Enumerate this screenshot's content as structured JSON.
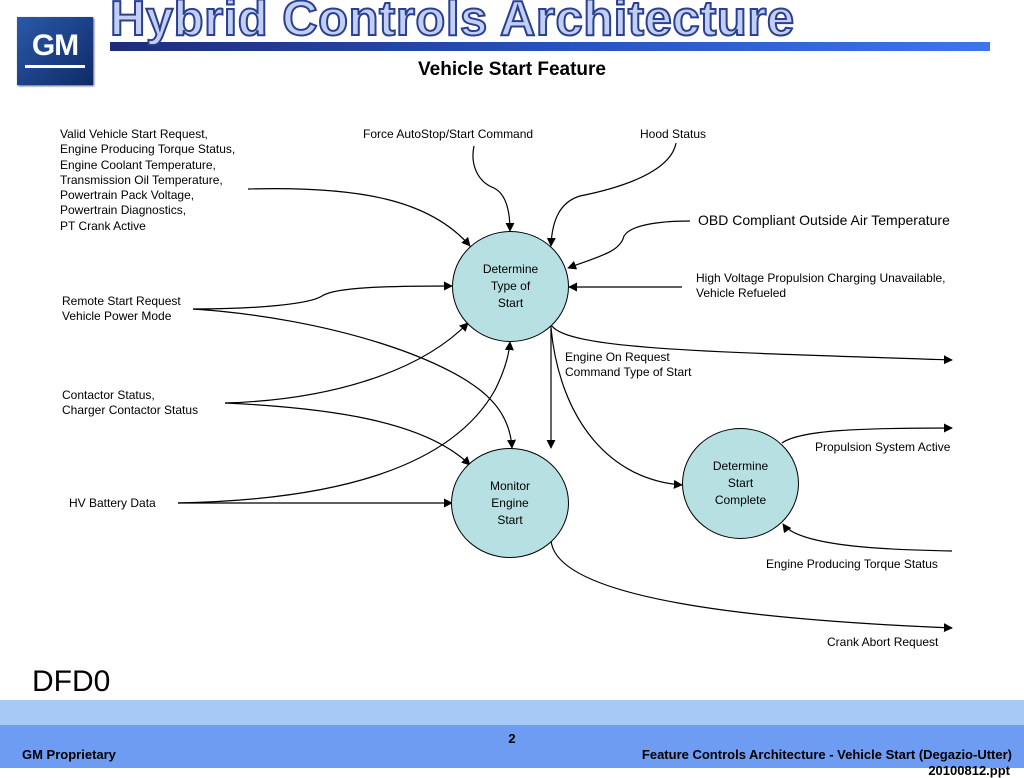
{
  "header": {
    "logo_text": "GM",
    "title": "Hybrid Controls Architecture",
    "subtitle": "Vehicle Start Feature"
  },
  "processes": {
    "determine_type": "Determine\nType of\nStart",
    "monitor_engine": "Monitor\nEngine\nStart",
    "determine_complete": "Determine\nStart\nComplete"
  },
  "flows": {
    "valid_start_inputs": "Valid Vehicle Start Request,\nEngine Producing Torque Status,\nEngine Coolant Temperature,\nTransmission Oil Temperature,\nPowertrain Pack Voltage,\nPowertrain Diagnostics,\nPT Crank Active",
    "force_autostop": "Force AutoStop/Start Command",
    "hood_status": "Hood Status",
    "obd_air_temp": "OBD Compliant Outside Air Temperature",
    "hv_charging": "High Voltage Propulsion Charging Unavailable,\nVehicle Refueled",
    "remote_start": "Remote Start Request\nVehicle Power Mode",
    "contactor_status": "Contactor Status,\nCharger Contactor Status",
    "hv_battery": "HV Battery Data",
    "engine_on_request": "Engine On Request\nCommand Type of Start",
    "propulsion_active": "Propulsion System Active",
    "engine_torque_status": "Engine Producing Torque Status",
    "crank_abort": "Crank Abort Request"
  },
  "diagram_label": "DFD0",
  "footer": {
    "page_number": "2",
    "left": "GM Proprietary",
    "right": "Feature Controls Architecture - Vehicle Start (Degazio-Utter)",
    "date": "20100812.ppt"
  }
}
